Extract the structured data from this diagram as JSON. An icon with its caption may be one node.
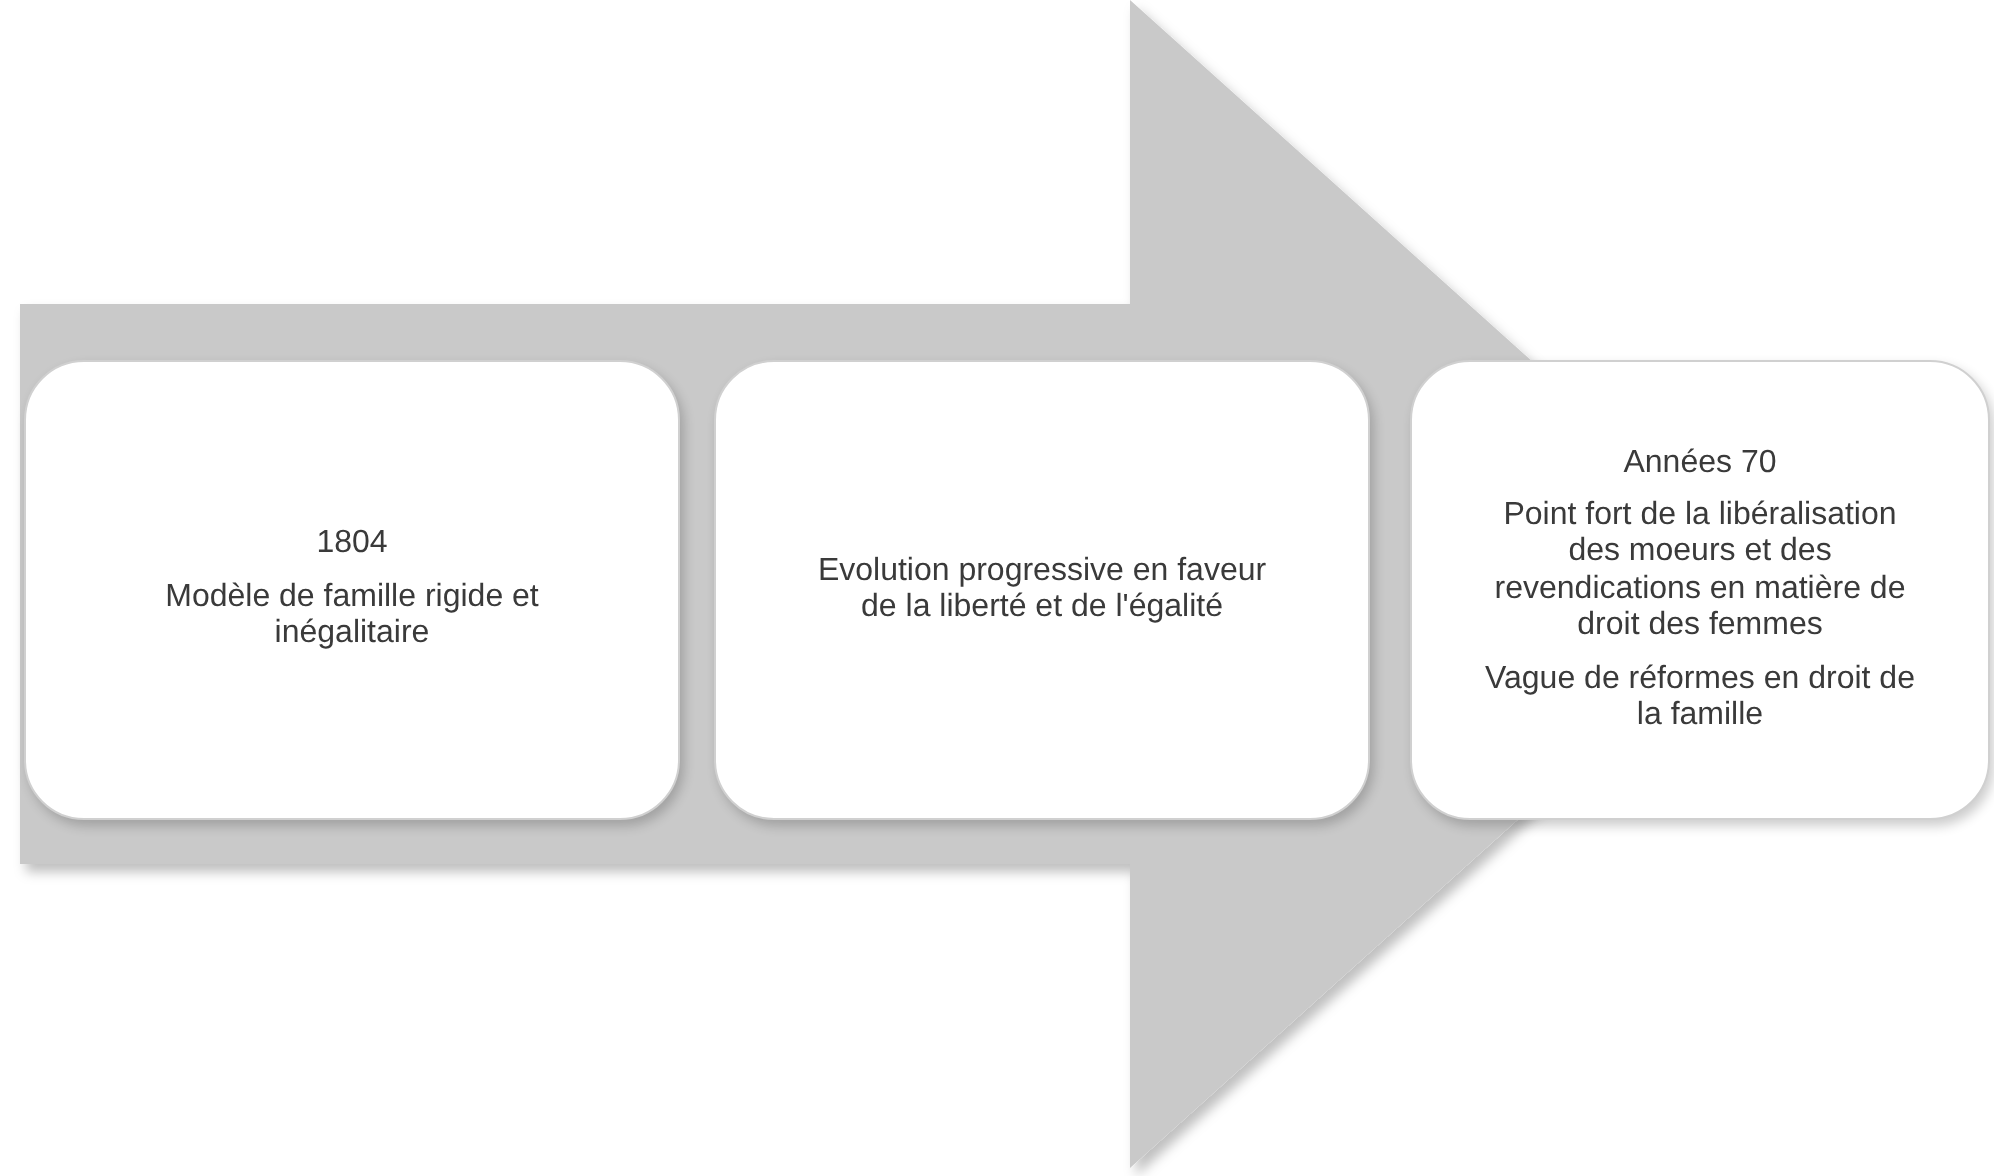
{
  "diagram": {
    "nodes": [
      {
        "text": [
          "1804",
          "Modèle de famille rigide et inégalitaire"
        ]
      },
      {
        "text": [
          "Evolution progressive en faveur de la liberté et de l'égalité"
        ]
      },
      {
        "text": [
          "Années 70",
          "Point fort de la libéralisation des moeurs et des revendications en matière de droit des femmes",
          "Vague de réformes en droit de la famille"
        ]
      }
    ],
    "edges": [
      {
        "from": 0,
        "to": 2,
        "arrow": "to"
      }
    ]
  }
}
